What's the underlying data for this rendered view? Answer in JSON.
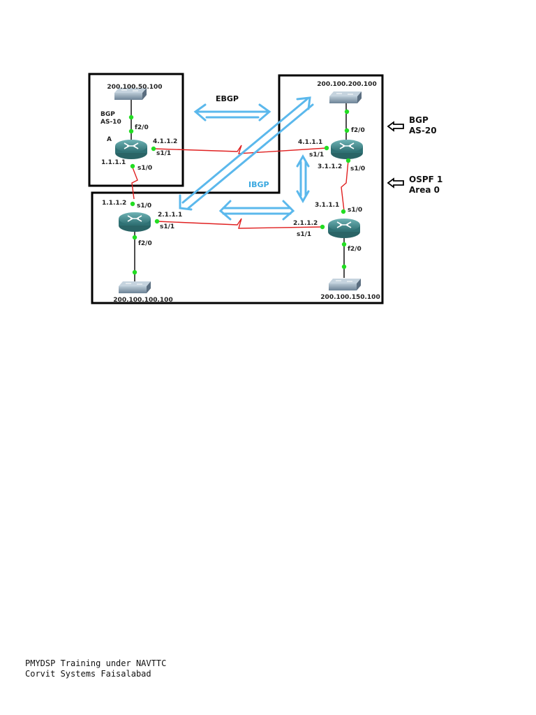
{
  "diagram": {
    "switches": {
      "top_left": "200.100.50.100",
      "top_right": "200.100.200.100",
      "bottom_left": "200.100.100.100",
      "bottom_right": "200.100.150.100"
    },
    "router_a": {
      "name": "A",
      "bgp_line1": "BGP",
      "bgp_line2": "AS-10",
      "f2_0": "f2/0",
      "ip_4112": "4.1.1.2",
      "s1_1": "s1/1",
      "ip_1111": "1.1.1.1",
      "s1_0": "s1/0"
    },
    "router_top_right": {
      "f2_0": "f2/0",
      "ip_4111": "4.1.1.1",
      "s1_1": "s1/1",
      "ip_3112": "3.1.1.2",
      "s1_0": "s1/0"
    },
    "router_bottom_left": {
      "ip_1112": "1.1.1.2",
      "s1_0": "s1/0",
      "ip_2111": "2.1.1.1",
      "s1_1": "s1/1",
      "f2_0": "f2/0"
    },
    "router_bottom_right": {
      "ip_3111": "3.1.1.1",
      "s1_0": "s1/0",
      "ip_2112": "2.1.1.2",
      "s1_1": "s1/1",
      "f2_0": "f2/0"
    },
    "protocols": {
      "ebgp": "EBGP",
      "ibgp": "IBGP"
    },
    "side_labels": {
      "bgp_line1": "BGP",
      "bgp_line2": "AS-20",
      "ospf_line1": "OSPF 1",
      "ospf_line2": "Area 0"
    },
    "colors": {
      "serial_link": "#e02020",
      "ethernet_link": "#111111",
      "port_dot": "#22dd22",
      "arrow": "#5bb8ec",
      "router_body": "#3f8a8c",
      "switch_body": "#8a9eae",
      "box_border": "#000000"
    }
  },
  "footer": {
    "line1": "PMYDSP Training under NAVTTC",
    "line2": "Corvit Systems Faisalabad"
  }
}
